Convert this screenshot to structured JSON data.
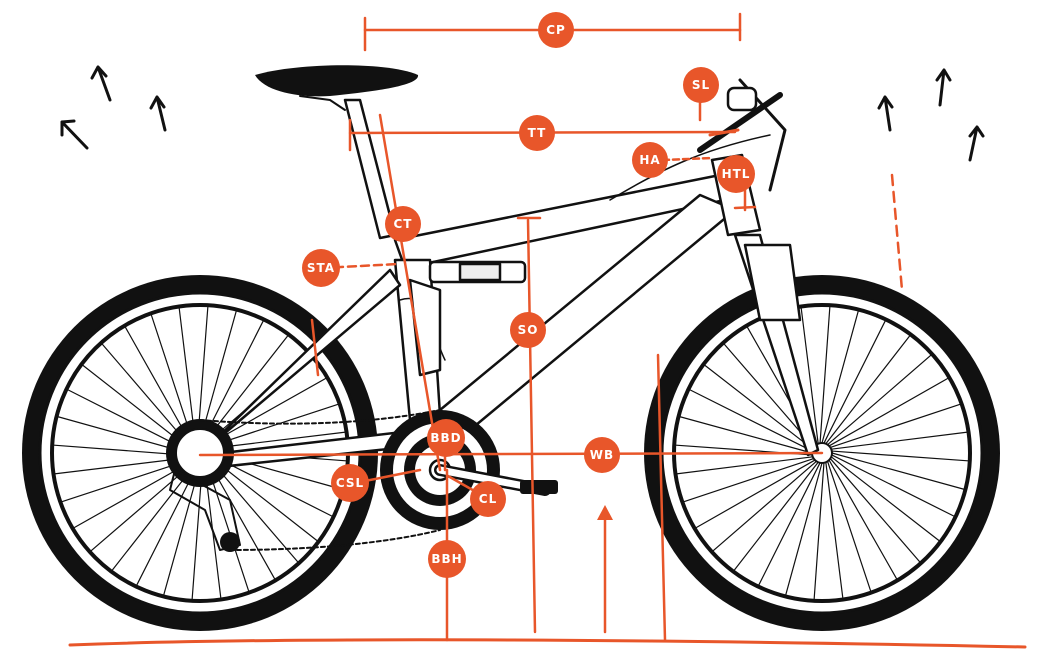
{
  "colors": {
    "accent": "#e8562a",
    "ink": "#111111",
    "background": "#ffffff"
  },
  "labels": {
    "cp": "CP",
    "sl": "SL",
    "tt": "TT",
    "ha": "HA",
    "htl": "HTL",
    "ct": "CT",
    "sta": "STA",
    "so": "SO",
    "bbd": "BBD",
    "wb": "WB",
    "csl": "CSL",
    "cl": "CL",
    "bbh": "BBH"
  },
  "icons": {
    "wind_arrows_left": "up-arrow-icon",
    "wind_arrows_right": "up-arrow-icon",
    "ground_arrow": "up-arrow-icon"
  }
}
